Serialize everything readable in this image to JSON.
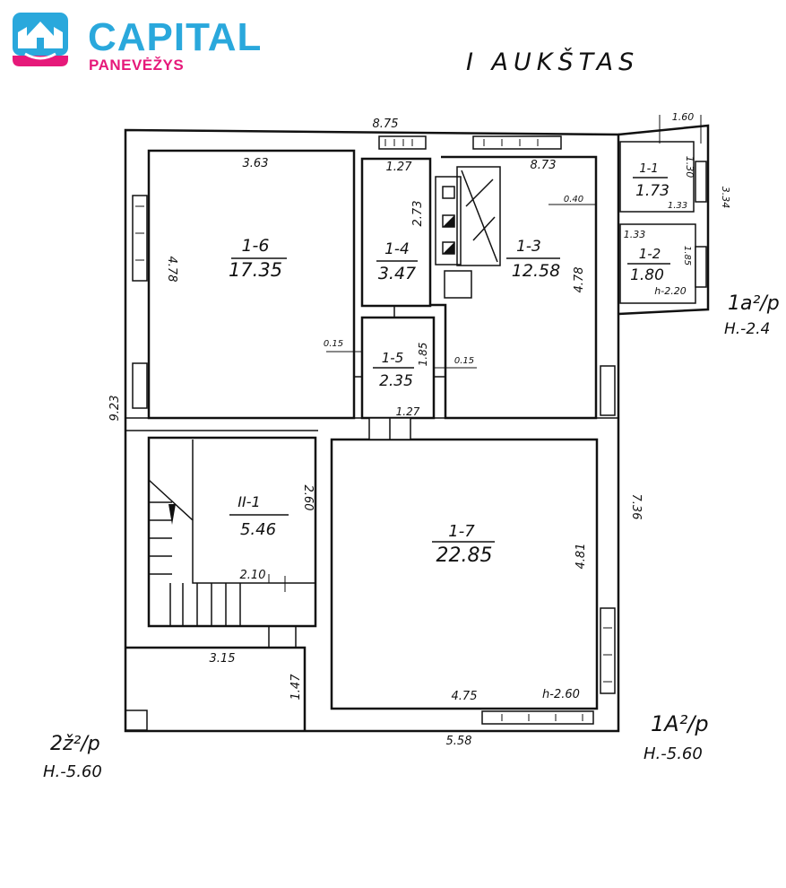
{
  "logo": {
    "name": "CAPITAL",
    "city": "PANEVĖŽYS",
    "colors": {
      "brand_blue": "#2aa8dc",
      "brand_pink": "#e6197a"
    }
  },
  "floor_title": "I AUKŠTAS",
  "rooms": [
    {
      "id": "1-6",
      "area": "17.35"
    },
    {
      "id": "1-4",
      "area": "3.47"
    },
    {
      "id": "1-3",
      "area": "12.58"
    },
    {
      "id": "1-1",
      "area": "1.73"
    },
    {
      "id": "1-2",
      "area": "1.80"
    },
    {
      "id": "1-5",
      "area": "2.35"
    },
    {
      "id": "II-1",
      "area": "5.46"
    },
    {
      "id": "1-7",
      "area": "22.85"
    }
  ],
  "dimensions": {
    "top_overall": "8.75",
    "room_1_6_width": "3.63",
    "room_1_6_depth": "4.78",
    "room_1_4_width": "1.27",
    "room_1_4_depth": "2.73",
    "room_1_3_width": "8.73",
    "room_1_3_depth": "4.78",
    "annex_top": "1.60",
    "room_1_1_depth": "1.30",
    "annex_side": "3.34",
    "room_1_1_width": "1.33",
    "room_1_2_width": "1.33",
    "room_1_2_depth": "1.85",
    "room_1_2_height": "h-2.20",
    "offset_040": "0.40",
    "offset_015_left": "0.15",
    "offset_015_right": "0.15",
    "room_1_5_depth": "1.85",
    "room_1_5_width": "1.27",
    "left_overall": "9.23",
    "room_ii_1_depth": "2.60",
    "room_ii_1_width": "2.10",
    "porch_width": "3.15",
    "porch_depth": "1.47",
    "right_overall": "7.36",
    "room_1_7_depth": "4.81",
    "room_1_7_width": "4.75",
    "room_1_7_height": "h-2.60",
    "bottom_overall": "5.58"
  },
  "building_labels": {
    "annex": {
      "code": "1a²/p",
      "height": "H.-2.4"
    },
    "main": {
      "code": "1A²/p",
      "height": "H.-5.60"
    },
    "rear": {
      "code": "2ž²/p",
      "height": "H.-5.60"
    }
  }
}
